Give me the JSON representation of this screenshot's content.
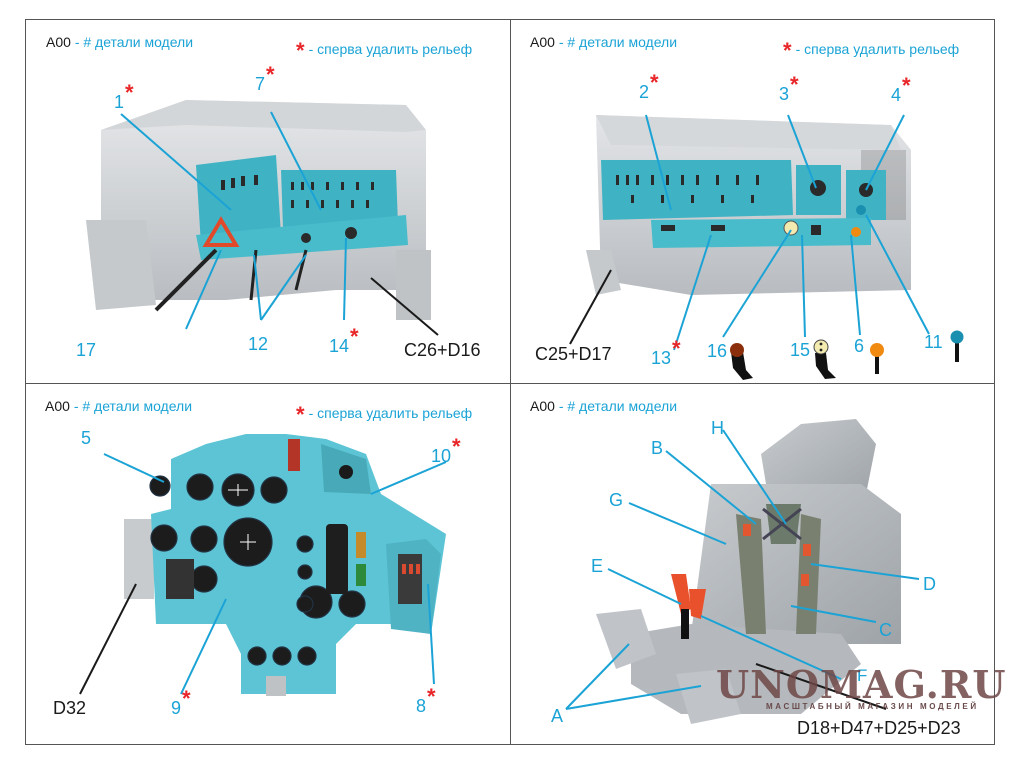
{
  "legend": {
    "part_code": "A00",
    "part_desc": "- # детали модели",
    "note_symbol": "*",
    "note_text": "- сперва удалить рельеф"
  },
  "colors": {
    "callout_blue": "#1ba3d6",
    "asterisk_red": "#e8262a",
    "panel_cyan": "#45b8c8",
    "resin_grey": "#c2c6ca",
    "text_dark": "#1a1a1a"
  },
  "panels": [
    {
      "id": "left-console",
      "callouts": [
        {
          "label": "1",
          "remove_relief": true
        },
        {
          "label": "7",
          "remove_relief": true
        },
        {
          "label": "17",
          "remove_relief": false
        },
        {
          "label": "12",
          "remove_relief": false
        },
        {
          "label": "14",
          "remove_relief": true
        }
      ],
      "part_ref": "C26+D16"
    },
    {
      "id": "right-console",
      "callouts": [
        {
          "label": "2",
          "remove_relief": true
        },
        {
          "label": "3",
          "remove_relief": true
        },
        {
          "label": "4",
          "remove_relief": true
        },
        {
          "label": "13",
          "remove_relief": true
        },
        {
          "label": "16",
          "remove_relief": false
        },
        {
          "label": "15",
          "remove_relief": false
        },
        {
          "label": "6",
          "remove_relief": false
        },
        {
          "label": "11",
          "remove_relief": false
        }
      ],
      "part_ref": "C25+D17",
      "lever_icons": [
        {
          "label": "16",
          "knob_color": "#8b2e0c",
          "shape": "bent-lever"
        },
        {
          "label": "15",
          "knob_color": "#f3eab0",
          "shape": "bent-lever-dotted"
        },
        {
          "label": "6",
          "knob_color": "#f08a10",
          "shape": "straight-lever"
        },
        {
          "label": "11",
          "knob_color": "#1a8fb0",
          "shape": "straight-lever"
        }
      ]
    },
    {
      "id": "instrument-panel",
      "callouts": [
        {
          "label": "5",
          "remove_relief": false
        },
        {
          "label": "10",
          "remove_relief": true
        },
        {
          "label": "9",
          "remove_relief": true
        },
        {
          "label": "8",
          "remove_relief": true
        }
      ],
      "part_ref": "D32"
    },
    {
      "id": "ejection-seat",
      "callouts": [
        {
          "label": "B"
        },
        {
          "label": "H"
        },
        {
          "label": "G"
        },
        {
          "label": "E"
        },
        {
          "label": "D"
        },
        {
          "label": "C"
        },
        {
          "label": "A"
        },
        {
          "label": "F"
        }
      ],
      "part_ref": "D18+D47+D25+D23"
    }
  ],
  "watermark": {
    "title": "UNOMAG.RU",
    "subtitle": "МАСШТАБНЫЙ МАГАЗИН МОДЕЛЕЙ"
  }
}
